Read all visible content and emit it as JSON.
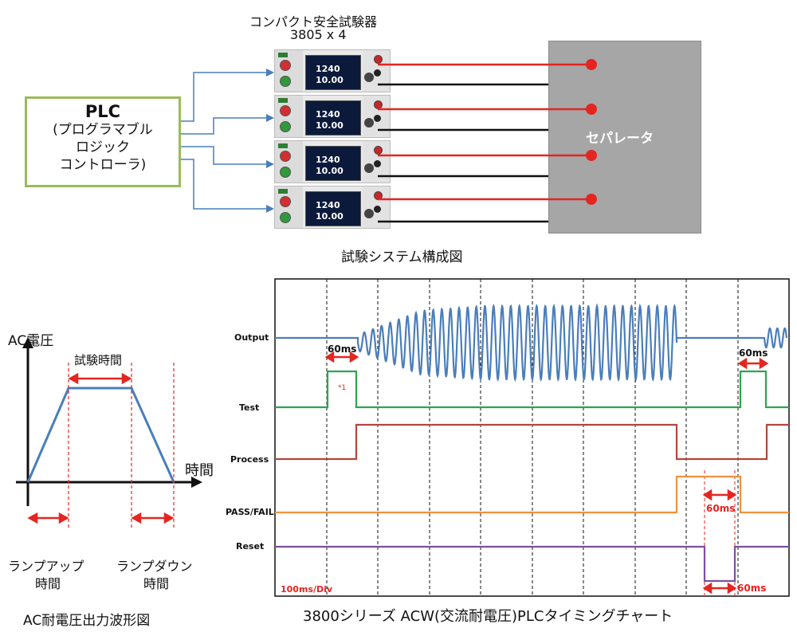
{
  "system": {
    "tester_title": "コンパクト安全試験器",
    "tester_model": "3805 x 4",
    "plc_title": "PLC",
    "plc_lines": [
      "(プログラマブル",
      "ロジック",
      "コントローラ)"
    ],
    "separator_label": "セパレータ",
    "caption": "試験システム構成図",
    "unit_reading_voltage": "1240",
    "unit_reading_current": "10.00",
    "units": 4
  },
  "ac_waveform": {
    "ylabel": "AC電圧",
    "xlabel": "時間",
    "test_time": "試験時間",
    "ramp_up": [
      "ランプアップ",
      "時間"
    ],
    "ramp_down": [
      "ランプダウン",
      "時間"
    ],
    "caption": "AC耐電圧出力波形図"
  },
  "timing_chart": {
    "signals": [
      "Output",
      "Test",
      "Process",
      "PASS/FAIL",
      "Reset"
    ],
    "interval_60ms": "60ms",
    "note": "*1",
    "div": "100ms/Div",
    "caption": "3800シリーズ ACW(交流耐電圧)PLCタイミングチャート"
  },
  "colors": {
    "output": "#4a7ebb",
    "test": "#2ea44f",
    "process": "#b5443f",
    "passfail": "#f2913d",
    "reset": "#7b4fa0",
    "arrow": "#e52521",
    "plc_border": "#9bbb59",
    "separator": "#a6a6a6"
  }
}
